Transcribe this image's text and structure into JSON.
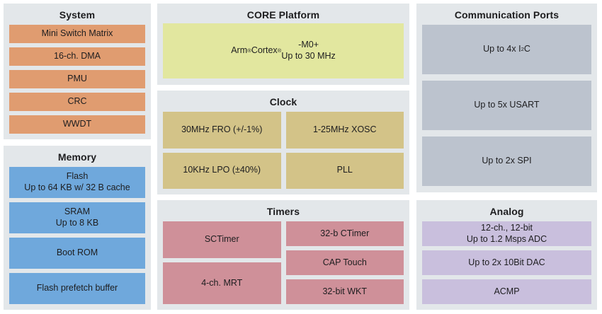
{
  "colors": {
    "page_background": "#ffffff",
    "panel_background": "#e3e7ea",
    "system_block": "#e09c70",
    "memory_block": "#6fa8dc",
    "core_block": "#e2e79f",
    "clock_block": "#d3c388",
    "timers_block": "#cf9099",
    "comm_block": "#bcc3ce",
    "analog_block": "#c9bfdd",
    "text": "#1d1d1f"
  },
  "panels": {
    "system": {
      "title": "System",
      "blocks": [
        {
          "label": "Mini Switch Matrix"
        },
        {
          "label": "16-ch. DMA"
        },
        {
          "label": "PMU"
        },
        {
          "label": "CRC"
        },
        {
          "label": "WWDT"
        }
      ]
    },
    "memory": {
      "title": "Memory",
      "blocks": [
        {
          "label": "Flash\nUp to 64 KB w/ 32 B cache"
        },
        {
          "label": "SRAM\nUp to 8 KB"
        },
        {
          "label": "Boot ROM"
        },
        {
          "label": "Flash prefetch buffer"
        }
      ]
    },
    "core": {
      "title": "CORE Platform",
      "blocks": [
        {
          "label_html": "Arm<sup>®</sup> Cortex<sup>®</sup>-M0+<br>Up to 30 MHz",
          "label": "Arm® Cortex®-M0+ Up to 30 MHz"
        }
      ]
    },
    "clock": {
      "title": "Clock",
      "left_blocks": [
        {
          "label": "30MHz FRO (+/-1%)"
        },
        {
          "label": "10KHz LPO (±40%)"
        }
      ],
      "right_blocks": [
        {
          "label": "1-25MHz XOSC"
        },
        {
          "label": "PLL"
        }
      ]
    },
    "timers": {
      "title": "Timers",
      "left_blocks": [
        {
          "label": "SCTimer"
        },
        {
          "label": "4-ch. MRT"
        }
      ],
      "right_blocks": [
        {
          "label": "32-b CTimer"
        },
        {
          "label": "CAP Touch"
        },
        {
          "label": "32-bit WKT"
        }
      ]
    },
    "comm": {
      "title": "Communication Ports",
      "blocks": [
        {
          "label_html": "Up to 4x I<sup>2</sup>C",
          "label": "Up to 4x I2C"
        },
        {
          "label": "Up to 5x USART"
        },
        {
          "label": "Up to 2x SPI"
        }
      ]
    },
    "analog": {
      "title": "Analog",
      "blocks": [
        {
          "label": "12-ch., 12-bit\nUp to 1.2 Msps ADC"
        },
        {
          "label": "Up to 2x 10Bit DAC"
        },
        {
          "label": "ACMP"
        }
      ]
    }
  }
}
